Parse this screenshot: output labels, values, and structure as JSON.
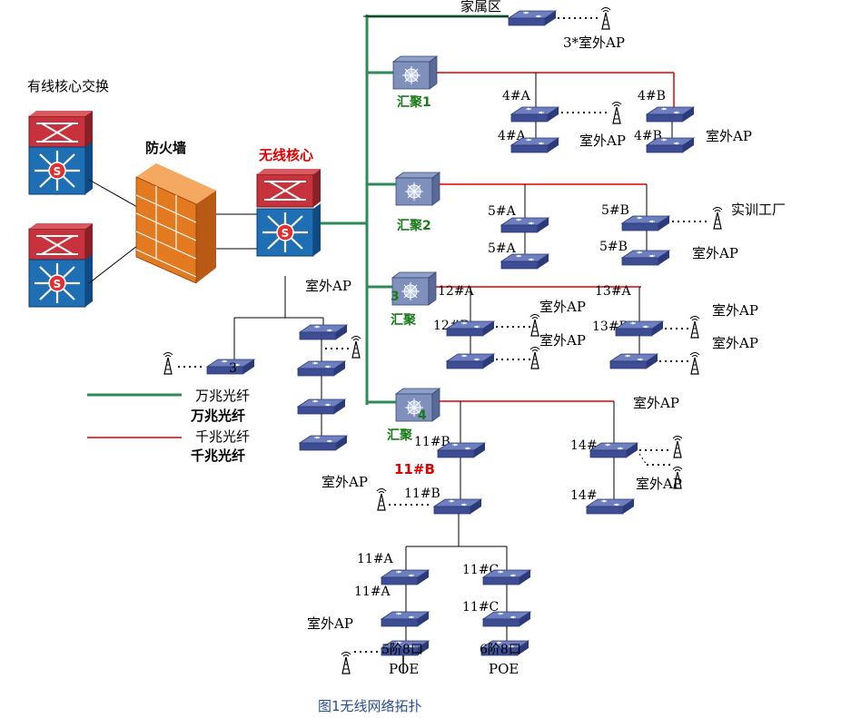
{
  "labels": {
    "jiashuqu": "家属区",
    "ap3": "3*室外AP",
    "core_label": "有线核心交换",
    "firewall": "防火墙",
    "wireless_core": "无线核心",
    "outdoor_ap": "室外AP",
    "agg1": "汇聚1",
    "agg2": "汇聚2",
    "agg3": "汇聚",
    "agg3_num": "3",
    "agg4": "汇聚",
    "agg4_num": "4",
    "b4a": "4#A",
    "b4b": "4#B",
    "b5a": "5#A",
    "b5b": "5#B",
    "shixun": "实训工厂",
    "b12a": "12#A",
    "b12b": "12#B",
    "b13a": "13#A",
    "b13b": "13#B",
    "b14": "14#",
    "b11b": "11#B",
    "b11b_red": "11#B",
    "b11a": "11#A",
    "b11c": "11#C",
    "b5_floor": "5阶8口",
    "b6_floor": "6阶8口",
    "poe": "POE",
    "small3": "3",
    "legend_10g_top": "万兆光纤",
    "legend_10g_bold": "万兆光纤",
    "legend_1g_top": "千兆光纤",
    "legend_1g_bold": "千兆光纤",
    "caption": "图1无线网络拓扑"
  },
  "colors": {
    "green_fiber": "#2e8b57",
    "red_fiber": "#e00000",
    "switch_blue": "#4a5a9a",
    "core_red": "#c8323c",
    "core_blue": "#1f6fb5",
    "firewall_orange": "#e8822a"
  }
}
